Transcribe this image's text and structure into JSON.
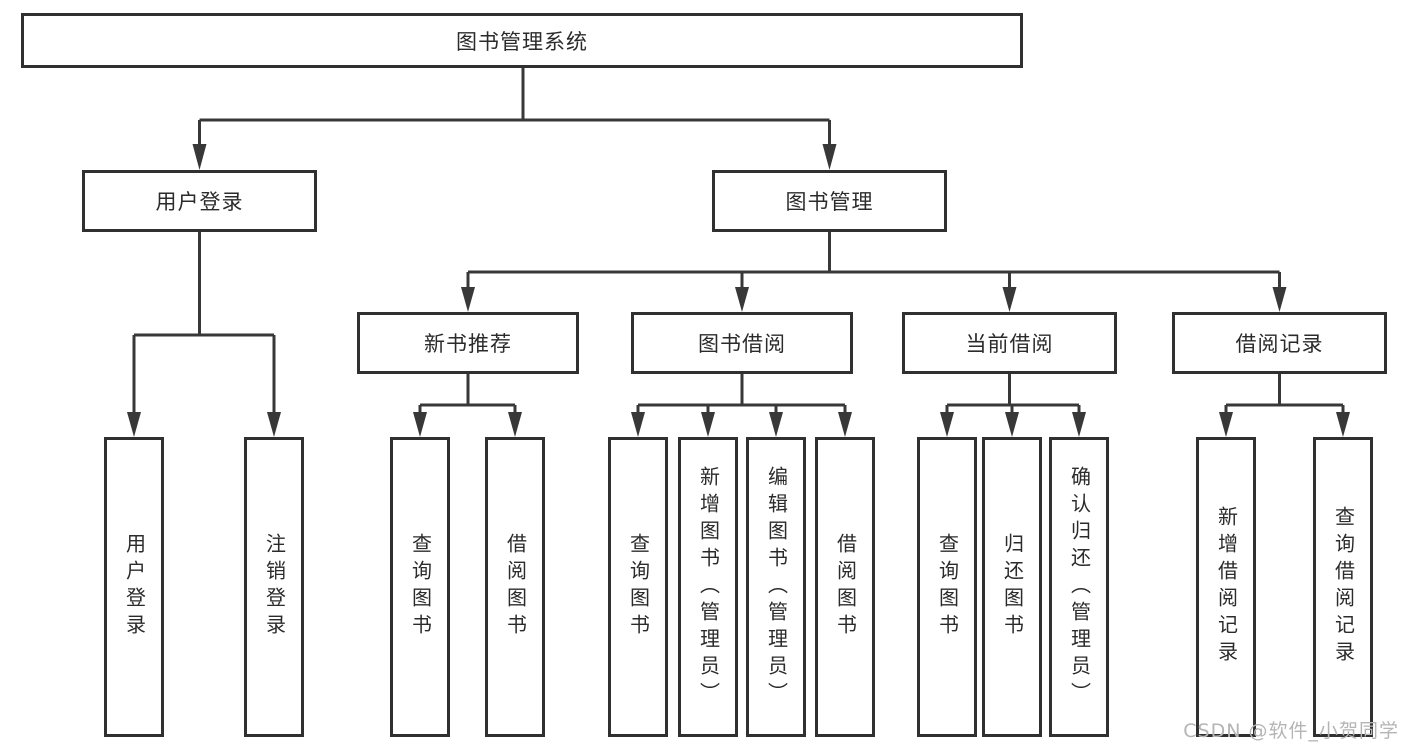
{
  "diagram": {
    "root": {
      "label": "图书管理系统"
    },
    "level1": {
      "user_login": {
        "label": "用户登录"
      },
      "book_management": {
        "label": "图书管理"
      }
    },
    "level2": {
      "new_book_recommend": {
        "label": "新书推荐"
      },
      "book_borrowing": {
        "label": "图书借阅"
      },
      "current_borrowing": {
        "label": "当前借阅"
      },
      "borrowing_records": {
        "label": "借阅记录"
      }
    },
    "leaves": {
      "user_login": [
        "用户登录",
        "注销登录"
      ],
      "new_book_recommend": [
        "查询图书",
        "借阅图书"
      ],
      "book_borrowing": [
        "查询图书",
        "新增图书（管理员）",
        "编辑图书（管理员）",
        "借阅图书"
      ],
      "current_borrowing": [
        "查询图书",
        "归还图书",
        "确认归还（管理员）"
      ],
      "borrowing_records": [
        "新增借阅记录",
        "查询借阅记录"
      ]
    }
  },
  "watermark": "CSDN @软件_小贺同学",
  "colors": {
    "line": "#383838",
    "box_border": "#303030",
    "box_fill": "#ffffff",
    "text": "#2b2b2b",
    "watermark": "#b5b5b5"
  }
}
